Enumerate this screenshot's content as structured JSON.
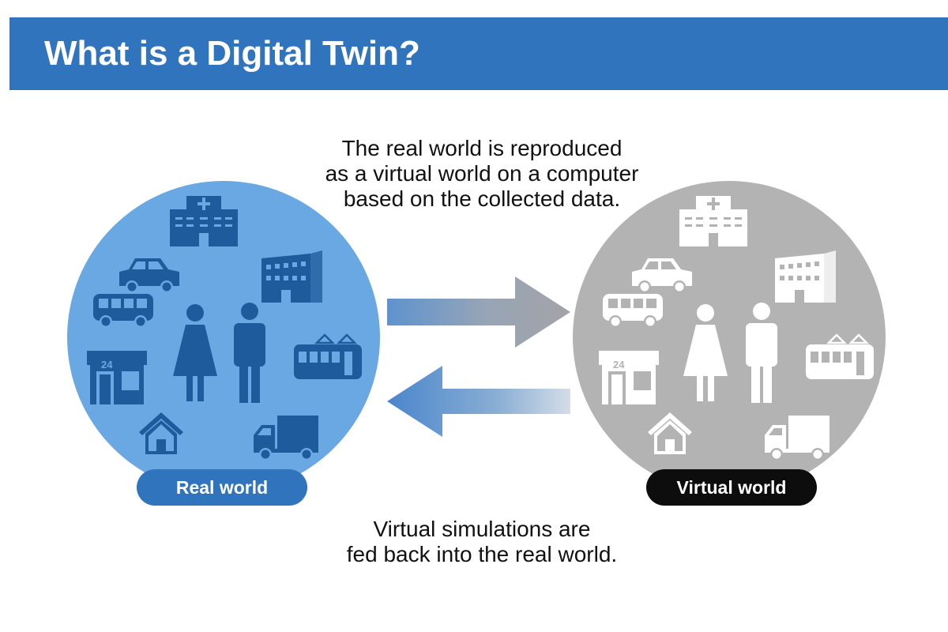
{
  "header": {
    "title": "What is a Digital Twin?"
  },
  "captions": {
    "top": [
      "The real world is reproduced",
      "as a virtual world on a computer",
      "based on the collected data."
    ],
    "bottom": [
      "Virtual simulations are",
      "fed back into the real world."
    ]
  },
  "labels": {
    "real_world": "Real world",
    "virtual_world": "Virtual world"
  },
  "icons": [
    "hospital-icon",
    "car-icon",
    "office-building-icon",
    "bus-icon",
    "woman-icon",
    "man-icon",
    "tram-icon",
    "convenience-store-icon",
    "house-icon",
    "truck-icon"
  ],
  "store_sign": "24",
  "colors": {
    "banner": "#2f74bd",
    "real_circle": "#6aa8e3",
    "real_icons": "#1e5b9c",
    "virtual_circle": "#b3b3b3",
    "virtual_icons": "#ffffff",
    "real_pill": "#2f74bd",
    "virtual_pill": "#0d0d0d"
  }
}
